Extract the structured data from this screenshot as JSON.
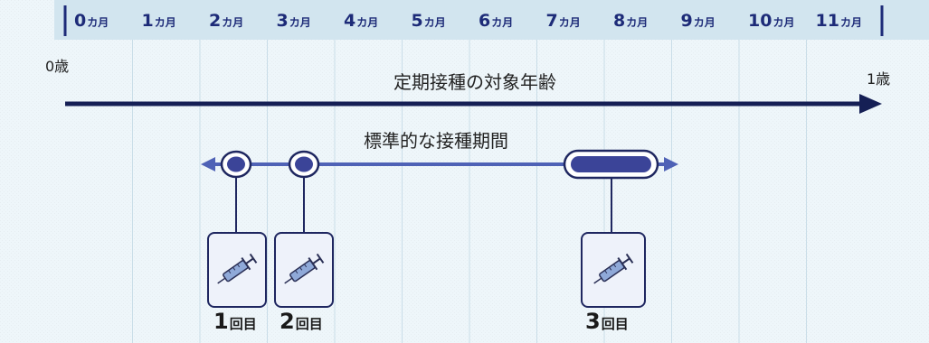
{
  "header": {
    "months": [
      {
        "num": "0",
        "unit": "カ月"
      },
      {
        "num": "1",
        "unit": "カ月"
      },
      {
        "num": "2",
        "unit": "カ月"
      },
      {
        "num": "3",
        "unit": "カ月"
      },
      {
        "num": "4",
        "unit": "カ月"
      },
      {
        "num": "5",
        "unit": "カ月"
      },
      {
        "num": "6",
        "unit": "カ月"
      },
      {
        "num": "7",
        "unit": "カ月"
      },
      {
        "num": "8",
        "unit": "カ月"
      },
      {
        "num": "9",
        "unit": "カ月"
      },
      {
        "num": "10",
        "unit": "カ月"
      },
      {
        "num": "11",
        "unit": "カ月"
      }
    ]
  },
  "age_start_label": "0歳",
  "age_end_label": "1歳",
  "target_age_label": "定期接種の対象年齢",
  "standard_period_label": "標準的な接種期間",
  "doses": [
    {
      "num": "1",
      "suffix": "回目"
    },
    {
      "num": "2",
      "suffix": "回目"
    },
    {
      "num": "3",
      "suffix": "回目"
    }
  ],
  "colors": {
    "background": "#eef6fa",
    "header_band": "#d2e5ef",
    "header_text": "#1d2b78",
    "arrow_main": "#151f55",
    "arrow_period": "#4f62b6",
    "marker_fill": "#3b4498",
    "card_fill": "#eef2fa",
    "card_border": "#1f2760"
  },
  "icons": {
    "dose_card": "syringe-icon"
  }
}
